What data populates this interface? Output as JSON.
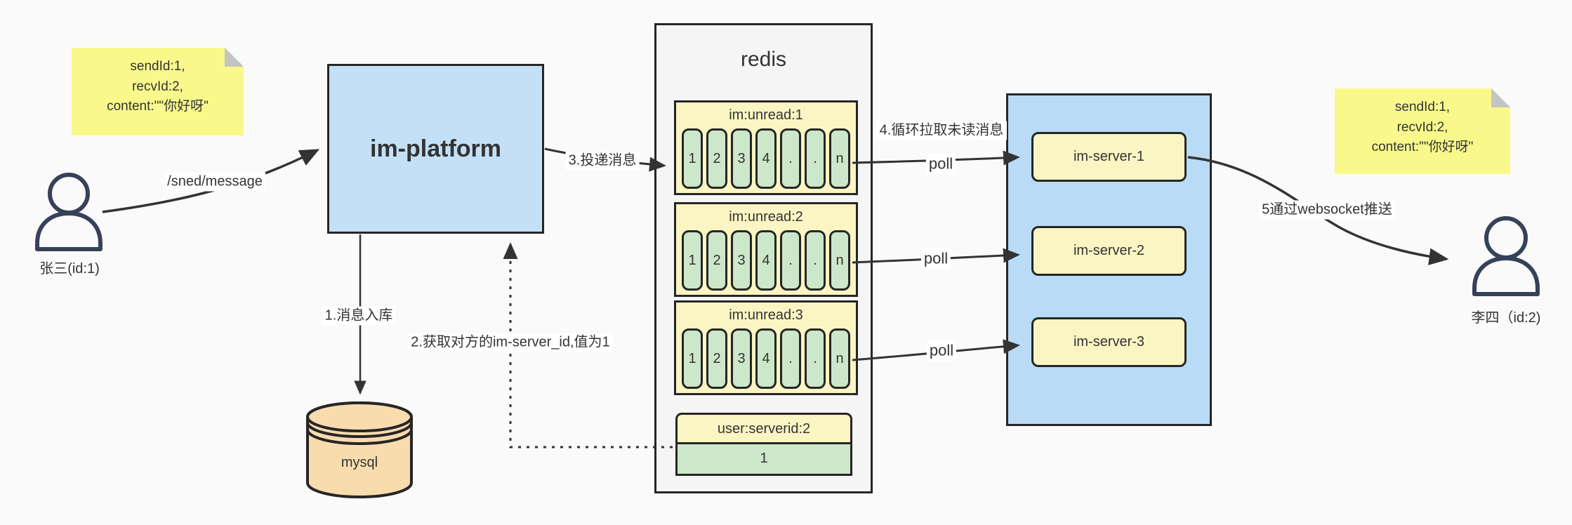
{
  "colors": {
    "background": "#fafafa",
    "note_yellow": "#f9f98b",
    "platform_blue": "#c3e0f7",
    "cluster_blue": "#b9dbf5",
    "redis_panel_gray": "#f5f5f5",
    "box_yellow": "#fbf5c3",
    "cell_green": "#cde7ca",
    "mysql_tan": "#f9dcae",
    "stroke_dark": "#262626",
    "person_navy": "#36415a"
  },
  "notes": {
    "left": {
      "line1": "sendId:1,",
      "line2": "recvId:2,",
      "line3": "content:\"\"你好呀\""
    },
    "right": {
      "line1": "sendId:1,",
      "line2": "recvId:2,",
      "line3": "content:\"\"你好呀\""
    }
  },
  "users": {
    "sender": {
      "label": "张三(id:1)"
    },
    "receiver": {
      "label": "李四（id:2)"
    }
  },
  "platform": {
    "label": "im-platform"
  },
  "database": {
    "label": "mysql"
  },
  "redis": {
    "title": "redis",
    "queues": [
      {
        "name": "im:unread:1",
        "cells": [
          "1",
          "2",
          "3",
          "4",
          ".",
          ".",
          "n"
        ]
      },
      {
        "name": "im:unread:2",
        "cells": [
          "1",
          "2",
          "3",
          "4",
          ".",
          ".",
          "n"
        ]
      },
      {
        "name": "im:unread:3",
        "cells": [
          "1",
          "2",
          "3",
          "4",
          ".",
          ".",
          "n"
        ]
      }
    ],
    "kv": {
      "key": "user:serverid:2",
      "value": "1"
    }
  },
  "cluster": {
    "servers": [
      {
        "label": "im-server-1"
      },
      {
        "label": "im-server-2"
      },
      {
        "label": "im-server-3"
      }
    ]
  },
  "edges": {
    "send": "/sned/message",
    "step1": "1.消息入库",
    "step2": "2.获取对方的im-server_id,值为1",
    "step3": "3.投递消息",
    "step4": "4.循环拉取未读消息",
    "poll": "poll",
    "step5": "5通过websocket推送"
  }
}
